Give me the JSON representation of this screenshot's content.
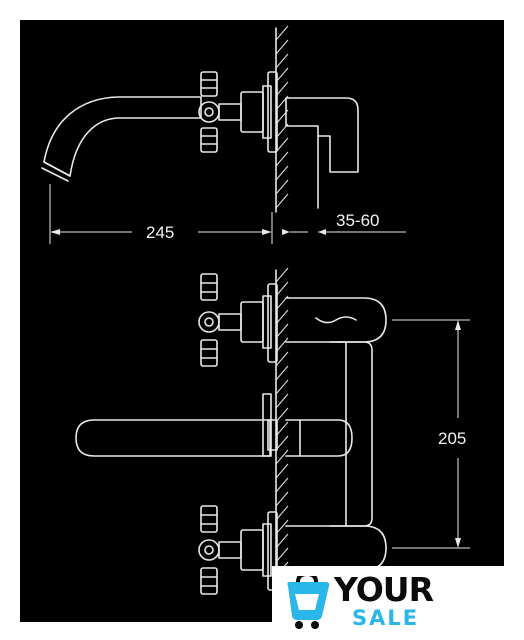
{
  "dimensions": {
    "spout_projection": "245",
    "wall_depth_range": "35-60",
    "handle_spacing": "205"
  },
  "logo": {
    "line1": "YOUR",
    "line2": "SALE",
    "icon": "shopping-cart-icon",
    "colors": {
      "primary": "#0b0b0b",
      "accent": "#29b6e8"
    }
  },
  "colors": {
    "drawing_background": "#000000",
    "line_color": "#e8e8e8"
  }
}
